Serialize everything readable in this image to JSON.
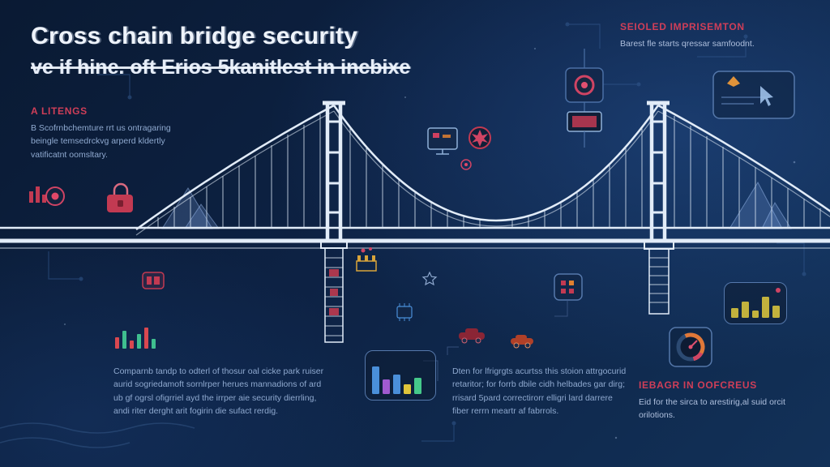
{
  "header": {
    "title": "Cross chain bridge security",
    "subtitle": "ve if hine. oft Erios 5kanitlest in incbixe"
  },
  "callouts": {
    "left": {
      "heading": "A LITENGS",
      "body": "B Scofrnbchemture rrt us ontragaring beingle temsedrckvg arperd kldertly vatificatnt oomsltary."
    },
    "top_right": {
      "heading": "SEIOLED IMPRISEMTON",
      "body": "Barest fle starts qressar samfoodnt."
    },
    "bottom_left": {
      "body": "Comparnb tandp to odterl of thosur oal cicke park ruiser aurid sogriedamoft sornlrper herues mannadions of ard ub gf ogrsl ofigrriel ayd the irrper aie security dierrling, andi riter derght arit fogirin die sufact rerdig."
    },
    "bottom_middle": {
      "body": "Dten for lfrigrgts acurtss this stoion attrgocurid retaritor; for forrb dbile cidh helbades gar dirg; rrisard 5pard correctirorr elligri lard darrere fiber rerrn meartr af fabrrols."
    },
    "bottom_right": {
      "heading": "IEBAGR IN OOFCREUS",
      "body": "Eid for the sirca to arestirig,al suid orcit orilotions."
    }
  },
  "minicharts": {
    "bottom_center_bars": {
      "type": "bar",
      "values": [
        34,
        18,
        24,
        12,
        20
      ],
      "colors": [
        "#4a8fd9",
        "#a05ad0",
        "#4a8fd9",
        "#e0c53a",
        "#45c98a"
      ]
    },
    "right_panel_bars": {
      "type": "bar",
      "values": [
        12,
        20,
        9,
        26,
        15
      ],
      "colors": [
        "#c2b23d"
      ]
    },
    "left_candles": {
      "type": "candlestick",
      "values": [
        14,
        22,
        10,
        18,
        26,
        12
      ],
      "colors": [
        "#d94850",
        "#3fbf8f",
        "#d94850",
        "#3fbf8f",
        "#d94850",
        "#3fbf8f"
      ]
    }
  },
  "icons": {
    "bridge-illustration": "suspension bridge line drawing",
    "mountain-icon": "triangle peaks",
    "alert-dot-icon": "red ringed circle",
    "mini-bars-icon": "small red bars",
    "lock-icon": "red padlock",
    "badge-icon": "red outlined badge",
    "monitor-icon": "screen with red pixels",
    "burst-icon": "red jagged burst in circle",
    "signal-dot-icon": "small red ring",
    "target-ring-icon": "red ring in rounded square",
    "tv-icon": "screen with red fill",
    "play-diamond-icon": "orange diamond",
    "cursor-icon": "pointer arrow",
    "star-icon": "five point star outline",
    "castle-icon": "gold battlement",
    "grid-badge-icon": "red grid in rounded square",
    "car-icon": "car silhouette",
    "gauge-icon": "orange arc gauge",
    "chip-icon": "blue chip"
  },
  "colors": {
    "bg_top": "#0a1a33",
    "bg_bottom": "#123158",
    "accent_red": "#d04464",
    "heading_red": "#cf3e58",
    "accent_orange": "#e07838",
    "accent_gold": "#d9a43a",
    "accent_blue": "#4a8fd9",
    "text_light": "#dce7f5",
    "text_blue": "#8fa9cf",
    "bridge_line": "#dde8f4"
  }
}
